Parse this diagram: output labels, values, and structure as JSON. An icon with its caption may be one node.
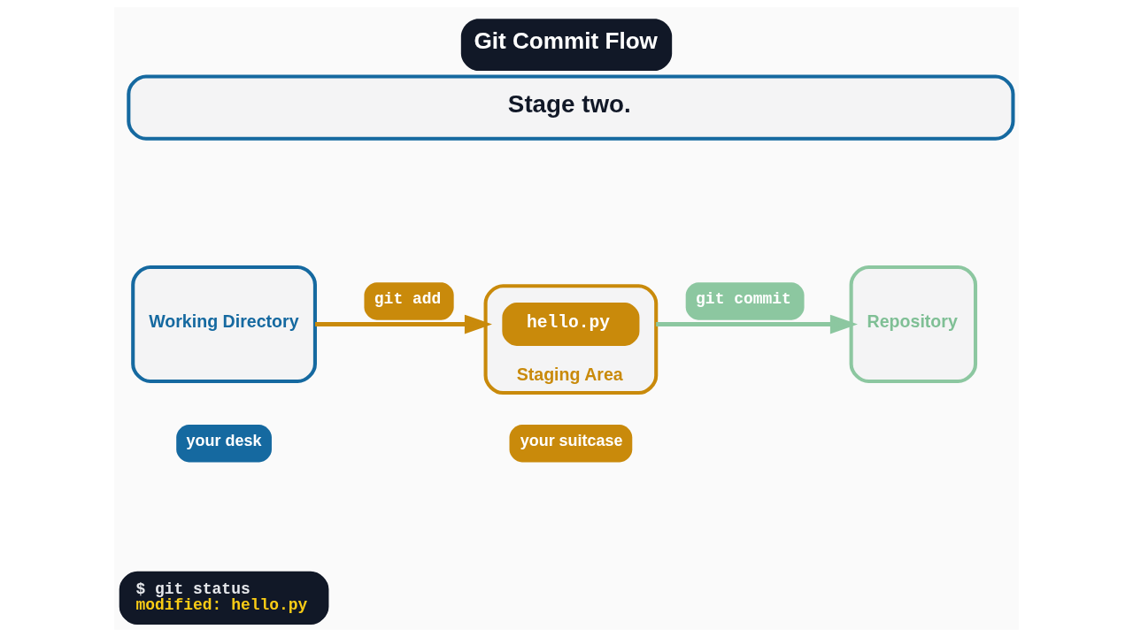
{
  "diagram": {
    "title": "Git Commit Flow",
    "nodes": [
      {
        "text": [
          "Stage two."
        ]
      },
      {
        "text": [
          "Working Directory"
        ],
        "beside": [
          "your desk"
        ]
      },
      {
        "text": [
          "Staging Area"
        ],
        "beside": [
          "your suitcase"
        ]
      },
      {
        "text": [
          "hello.py"
        ],
        "in": 2
      },
      {
        "text": [
          "Repository"
        ]
      },
      {
        "text": [
          "$ git status",
          "modified: hello.py"
        ]
      }
    ],
    "edges": [
      {
        "from": 1,
        "to": 2,
        "arrow": "to",
        "label": "git add",
        "color": "#c98a0b"
      },
      {
        "from": 2,
        "to": 4,
        "arrow": "to",
        "label": "git commit",
        "color": "#8cc7a0"
      }
    ]
  }
}
